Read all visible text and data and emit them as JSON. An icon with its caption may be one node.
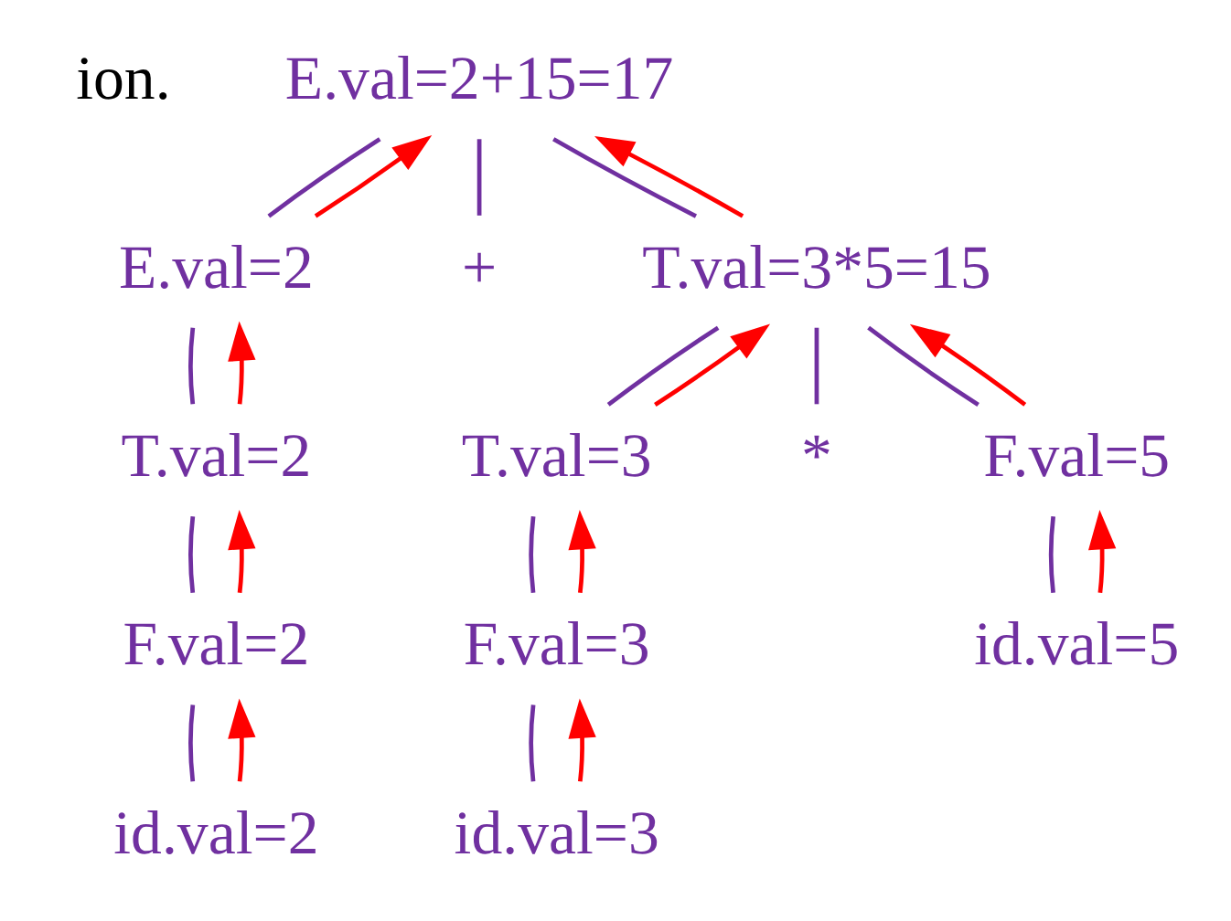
{
  "diagram": {
    "nodes": [
      {
        "text": [
          "E.val=2+15=17"
        ]
      },
      {
        "text": [
          "E.val=2"
        ]
      },
      {
        "text": [
          "+"
        ]
      },
      {
        "text": [
          "T.val=3*5=15"
        ]
      },
      {
        "text": [
          "T.val=2"
        ]
      },
      {
        "text": [
          "F.val=2"
        ]
      },
      {
        "text": [
          "id.val=2"
        ]
      },
      {
        "text": [
          "T.val=3"
        ]
      },
      {
        "text": [
          "*"
        ]
      },
      {
        "text": [
          "F.val=5"
        ]
      },
      {
        "text": [
          "F.val=3"
        ]
      },
      {
        "text": [
          "id.val=3"
        ]
      },
      {
        "text": [
          "id.val=5"
        ]
      }
    ],
    "edges": [
      {
        "from": 0,
        "to": 1,
        "arrow": "none"
      },
      {
        "from": 0,
        "to": 2,
        "arrow": "none"
      },
      {
        "from": 0,
        "to": 3,
        "arrow": "none"
      },
      {
        "from": 1,
        "to": 4,
        "arrow": "none"
      },
      {
        "from": 4,
        "to": 5,
        "arrow": "none"
      },
      {
        "from": 5,
        "to": 6,
        "arrow": "none"
      },
      {
        "from": 3,
        "to": 7,
        "arrow": "none"
      },
      {
        "from": 3,
        "to": 8,
        "arrow": "none"
      },
      {
        "from": 3,
        "to": 9,
        "arrow": "none"
      },
      {
        "from": 7,
        "to": 10,
        "arrow": "none"
      },
      {
        "from": 10,
        "to": 11,
        "arrow": "none"
      },
      {
        "from": 9,
        "to": 12,
        "arrow": "none"
      },
      {
        "from": 1,
        "to": 0,
        "arrow": "to",
        "color": "#ff0000"
      },
      {
        "from": 3,
        "to": 0,
        "arrow": "to",
        "color": "#ff0000"
      },
      {
        "from": 4,
        "to": 1,
        "arrow": "to",
        "color": "#ff0000"
      },
      {
        "from": 5,
        "to": 4,
        "arrow": "to",
        "color": "#ff0000"
      },
      {
        "from": 6,
        "to": 5,
        "arrow": "to",
        "color": "#ff0000"
      },
      {
        "from": 7,
        "to": 3,
        "arrow": "to",
        "color": "#ff0000"
      },
      {
        "from": 9,
        "to": 3,
        "arrow": "to",
        "color": "#ff0000"
      },
      {
        "from": 10,
        "to": 7,
        "arrow": "to",
        "color": "#ff0000"
      },
      {
        "from": 11,
        "to": 10,
        "arrow": "to",
        "color": "#ff0000"
      },
      {
        "from": 12,
        "to": 9,
        "arrow": "to",
        "color": "#ff0000"
      }
    ],
    "labels": [
      "ion."
    ]
  }
}
